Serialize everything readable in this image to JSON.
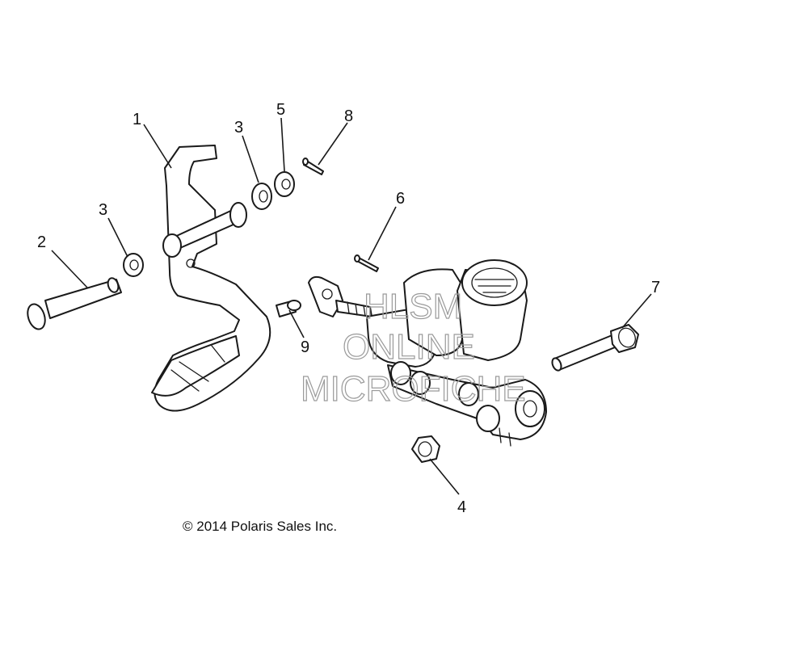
{
  "callouts": {
    "c1": "1",
    "c2": "2",
    "c3a": "3",
    "c3b": "3",
    "c4": "4",
    "c5": "5",
    "c6": "6",
    "c7": "7",
    "c8": "8",
    "c9": "9"
  },
  "watermark": {
    "line1": "HLSM",
    "line2": "ONLINE",
    "line3": "MICROFICHE"
  },
  "copyright": "© 2014 Polaris Sales Inc.",
  "colors": {
    "line": "#1a1a1a",
    "watermark": "#9a9a9a",
    "background": "#ffffff"
  }
}
